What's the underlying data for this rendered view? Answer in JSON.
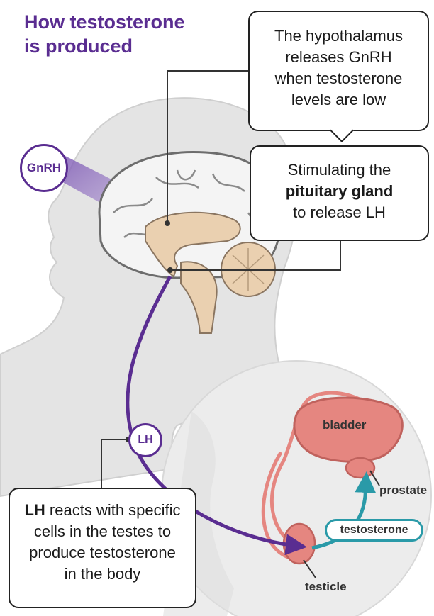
{
  "title": [
    "How testosterone",
    "is produced"
  ],
  "callout_hypothalamus": {
    "lines": [
      "The hypothalamus",
      "releases GnRH",
      "when testosterone",
      "levels are low"
    ]
  },
  "callout_pituitary": {
    "line1": "Stimulating the",
    "line2_bold": "pituitary gland",
    "line3": "to release LH"
  },
  "callout_lh": {
    "bold_word": "LH",
    "line1_rest": " reacts with specific",
    "line2": "cells in the testes to",
    "line3": "produce testosterone",
    "line4": "in the body"
  },
  "labels": {
    "gnrh": "GnRH",
    "lh": "LH",
    "bladder": "bladder",
    "prostate": "prostate",
    "testosterone": "testosterone",
    "testicle": "testicle"
  },
  "colors": {
    "title_purple": "#5a2d91",
    "arrow_purple": "#5a2d91",
    "arrow_teal": "#2a9aa8",
    "brain_outline": "#777777",
    "head_silhouette": "#e2e2e2",
    "organ_pink": "#e58680"
  }
}
